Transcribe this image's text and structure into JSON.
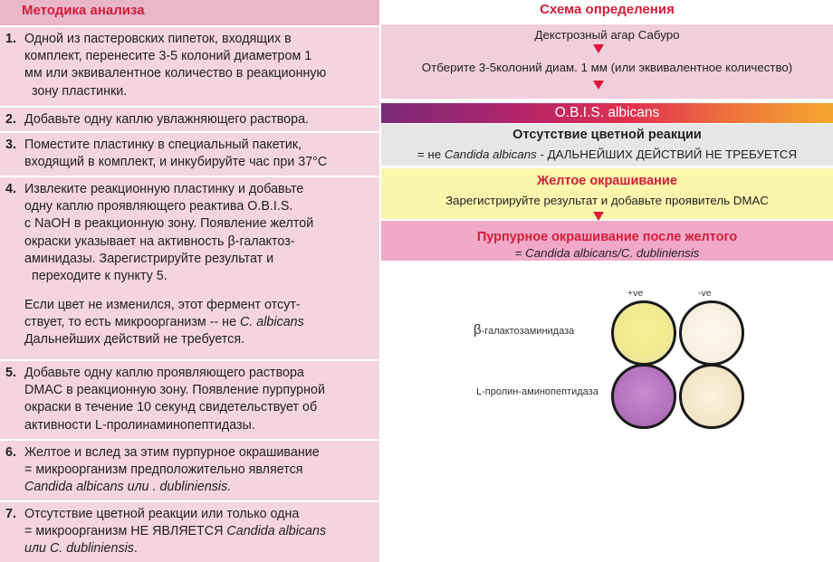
{
  "left": {
    "title": "Методика анализа",
    "steps": [
      {
        "num": "1.",
        "lines": [
          "Одной из пастеровских пипеток, входящих в",
          "комплект, перенесите 3-5 колоний диаметром 1",
          "мм или эквивалентное количество в реакционную",
          "зону пластинки."
        ]
      },
      {
        "num": "2.",
        "lines": [
          "Добавьте одну каплю увлажняющего раствора."
        ]
      },
      {
        "num": "3.",
        "lines": [
          "Поместите пластинку в специальный пакетик,",
          "входящий в комплект, и инкубируйте час при 37°C"
        ]
      },
      {
        "num": "4.",
        "lines": [
          "Извлеките реакционную пластинку и добавьте",
          "одну каплю проявляющего реактива O.B.I.S.",
          "с NaOH в реакционную зону. Появление желтой",
          "окраски указывает на активность β-галактоз-",
          "аминидазы. Зарегистрируйте результат и",
          "переходите к пункту 5."
        ],
        "note_lines": [
          "Если цвет не изменился, этот фермент отсут-",
          "ствует, то есть микроорганизм -- не ",
          "C. albicans",
          "Дальнейших действий не требуется."
        ]
      },
      {
        "num": "5.",
        "lines": [
          "Добавьте одну каплю проявляющего раствора",
          "DMAC в реакционную зону. Появление пурпурной",
          "окраски в течение 10 секунд свидетельствует об",
          "активности L-пролинаминопептидазы."
        ]
      },
      {
        "num": "6.",
        "lines": [
          " Желтое и вслед за этим пурпурное окрашивание",
          "= микроорганизм предположительно является",
          "Candida albicans или . dubliniensis."
        ]
      },
      {
        "num": "7.",
        "lines": [
          "Отсутствие цветной реакции или только одна",
          " = микроорганизм НЕ ЯВЛЯЕТСЯ ",
          "Candida albicans",
          "или C. dubliniensis",
          "."
        ]
      }
    ]
  },
  "right": {
    "title": "Схема определения",
    "flow_line1": "Декстрозный агар Сабуро",
    "flow_line2": "Отберите 3-5колоний диам. 1 мм (или эквивалентное количество)",
    "obis_label": "O.B.I.S. albicans",
    "no_color": {
      "heading": "Отсутствие цветной реакции",
      "desc_prefix": "= не ",
      "desc_italic": "Candida albicans",
      "desc_suffix": " -  ДАЛЬНЕЙШИХ ДЕЙСТВИЙ НЕ ТРЕБУЕТСЯ"
    },
    "yellow": {
      "heading": "Желтое окрашивание",
      "desc": "Зарегистрируйте результат и добавьте проявитель DMAC"
    },
    "purple": {
      "heading": "Пурпурное окрашивание после желтого",
      "desc": "= Candida albicans/C. dubliniensis"
    },
    "results": {
      "col_pos": "+ve",
      "col_neg": "-ve",
      "row1_label_beta": "β",
      "row1_label_rest": "-галактозаминидаза",
      "row2_label": "L-пролин-аминопептидаза"
    }
  },
  "colors": {
    "accent_red": "#d41c3a",
    "left_bg": "#f3d4e0",
    "yellow_bg": "#fcf6ad",
    "purple_bg": "#f2a9c8",
    "gray_bg": "#e6e6e6"
  }
}
